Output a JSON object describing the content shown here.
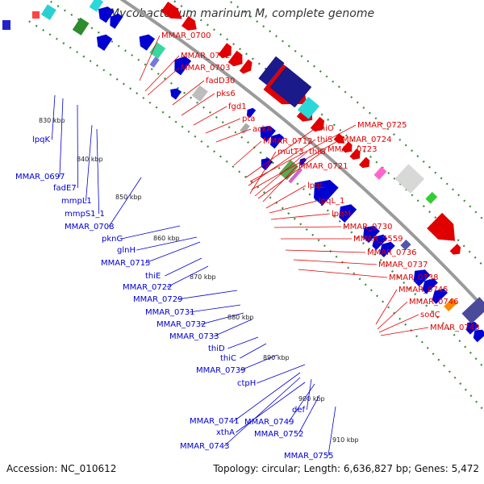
{
  "title": "Mycobacterium marinum M, complete genome",
  "footer": {
    "accession": "Accession: NC_010612",
    "summary": "Topology: circular; Length: 6,636,827 bp; Genes: 5,472"
  },
  "colors": {
    "forward_strand": "#e00000",
    "reverse_strand": "#0000d0",
    "backbone": "#9a9a9a",
    "tick": "#3a8a3a"
  },
  "kbp_ticks": [
    "830 kbp",
    "840 kbp",
    "850 kbp",
    "860 kbp",
    "870 kbp",
    "880 kbp",
    "890 kbp",
    "900 kbp",
    "910 kbp"
  ],
  "forward_labels": [
    "MMAR_0700",
    "MMAR_0702",
    "MMAR_0703",
    "fadD30",
    "pks6",
    "fgd1",
    "pta",
    "ackA",
    "MMAR_0712",
    "thiO",
    "MMAR_0725",
    "thiS",
    "MMAR_0724",
    "mutT3",
    "thiG",
    "MMAR_0723",
    "MMAR_0721",
    "lpqL",
    "lpqL_1",
    "lpqM",
    "MMAR_0730",
    "MMAR_5559",
    "MMAR_0736",
    "MMAR_0737",
    "MMAR_0738",
    "MMAR_0745",
    "MMAR_0746",
    "sodC",
    "MMAR_0748"
  ],
  "reverse_labels": [
    "lpqK",
    "MMAR_0697",
    "fadE7",
    "mmpL1",
    "mmpS1_1",
    "MMAR_0708",
    "pknG",
    "glnH",
    "MMAR_0715",
    "thiE",
    "MMAR_0722",
    "MMAR_0729",
    "MMAR_0731",
    "MMAR_0732",
    "MMAR_0733",
    "thiD",
    "thiC",
    "MMAR_0739",
    "ctpH",
    "MMAR_0741",
    "def",
    "MMAR_0749",
    "xthA",
    "MMAR_0752",
    "MMAR_0743",
    "MMAR_0755"
  ]
}
